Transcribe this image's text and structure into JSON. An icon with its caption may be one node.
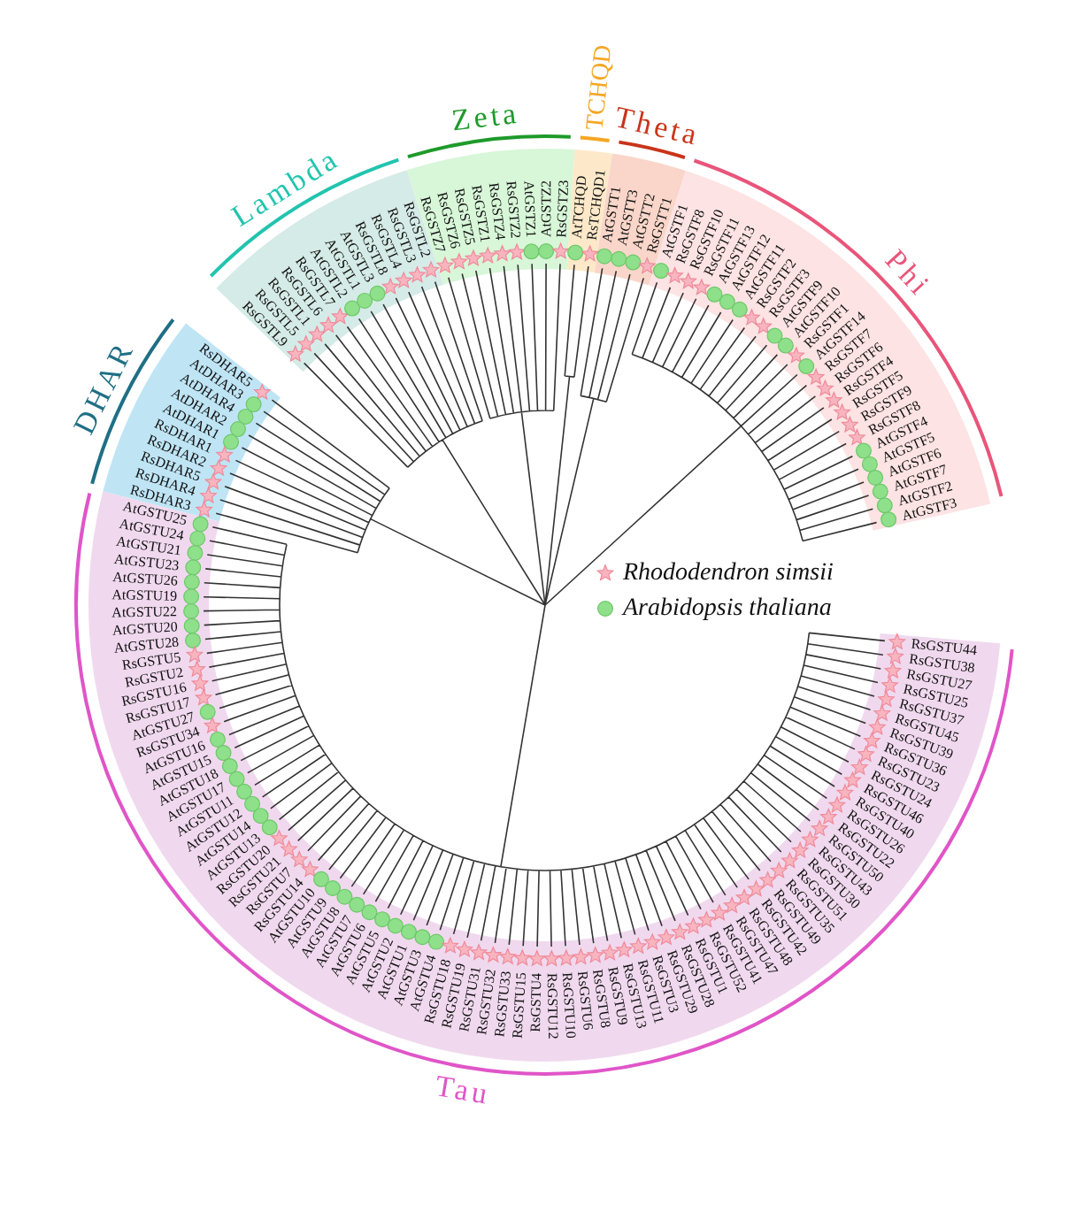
{
  "diagram": {
    "nodes": [
      {
        "text": [
          "DHAR"
        ]
      },
      {
        "text": [
          "Lambda"
        ]
      },
      {
        "text": [
          "Zeta"
        ]
      },
      {
        "text": [
          "TCHQD"
        ]
      },
      {
        "text": [
          "Theta"
        ]
      },
      {
        "text": [
          "Phi"
        ]
      },
      {
        "text": [
          "Tau"
        ]
      }
    ],
    "labels": [
      "RsGSTL9",
      "RsGSTL5",
      "RsGSTL1",
      "RsGSTL6",
      "RsGSTL7",
      "AtGSTL2",
      "AtGSTL1",
      "AtGSTL3",
      "RsGSTL8",
      "RsGSTL4",
      "RsGSTL3",
      "RsGSTL2",
      "RsGSTZ7",
      "RsGSTZ6",
      "RsGSTZ5",
      "RsGSTZ1",
      "RsGSTZ4",
      "RsGSTZ2",
      "AtGSTZ1",
      "AtGSTZ2",
      "RsGSTZ3",
      "AtTCHQD",
      "RsTCHQD1",
      "AtGSTT1",
      "AtGSTT3",
      "AtGSTT2",
      "RsGSTT1",
      "AtGSTF1",
      "RsGSTF8",
      "RsGSTF10",
      "RsGSTF11",
      "AtGSTF13",
      "AtGSTF12",
      "AtGSTF11",
      "RsGSTF2",
      "RsGSTF3",
      "AtGSTF9",
      "AtGSTF10",
      "RsGSTF1",
      "AtGSTF14",
      "RsGSTF7",
      "RsGSTF6",
      "RsGSTF4",
      "RsGSTF5",
      "RsGSTF9",
      "RsGSTF8",
      "AtGSTF4",
      "AtGSTF5",
      "AtGSTF6",
      "AtGSTF7",
      "AtGSTF2",
      "AtGSTF3",
      "RsDHAR5",
      "AtDHAR3",
      "AtDHAR4",
      "AtDHAR2",
      "AtDHAR1",
      "RsDHAR1",
      "RsDHAR2",
      "RsDHAR5",
      "RsDHAR4",
      "RsDHAR3",
      "AtGSTU25",
      "AtGSTU24",
      "AtGSTU21",
      "AtGSTU23",
      "AtGSTU26",
      "AtGSTU19",
      "AtGSTU22",
      "AtGSTU20",
      "AtGSTU28",
      "RsGSTU5",
      "RsGSTU2",
      "RsGSTU16",
      "RsGSTU17",
      "AtGSTU27",
      "RsGSTU34",
      "AtGSTU16",
      "AtGSTU15",
      "AtGSTU18",
      "AtGSTU17",
      "AtGSTU11",
      "AtGSTU12",
      "AtGSTU14",
      "AtGSTU13",
      "RsGSTU20",
      "RsGSTU21",
      "RsGSTU7",
      "RsGSTU14",
      "AtGSTU10",
      "AtGSTU9",
      "AtGSTU8",
      "AtGSTU7",
      "AtGSTU6",
      "AtGSTU5",
      "AtGSTU2",
      "AtGSTU1",
      "AtGSTU3",
      "AtGSTU4",
      "RsGSTU18",
      "RsGSTU19",
      "RsGSTU31",
      "RsGSTU32",
      "RsGSTU33",
      "RsGSTU15",
      "RsGSTU4",
      "RsGSTU12",
      "RsGSTU10",
      "RsGSTU6",
      "RsGSTU8",
      "RsGSTU9",
      "RsGSTU13",
      "RsGSTU11",
      "RsGSTU3",
      "RsGSTU29",
      "RsGSTU28",
      "RsGSTU1",
      "RsGSTU52",
      "RsGSTU41",
      "RsGSTU47",
      "RsGSTU48",
      "RsGSTU42",
      "RsGSTU49",
      "RsGSTU35",
      "RsGSTU51",
      "RsGSTU30",
      "RsGSTU43",
      "RsGSTU50",
      "RsGSTU22",
      "RsGSTU26",
      "RsGSTU40",
      "RsGSTU46",
      "RsGSTU24",
      "RsGSTU23",
      "RsGSTU36",
      "RsGSTU39",
      "RsGSTU45",
      "RsGSTU37",
      "RsGSTU25",
      "RsGSTU27",
      "RsGSTU38",
      "RsGSTU44"
    ],
    "legend": [
      {
        "text": "Rhododendron simsii"
      },
      {
        "text": "Arabidopsis thaliana"
      }
    ]
  }
}
